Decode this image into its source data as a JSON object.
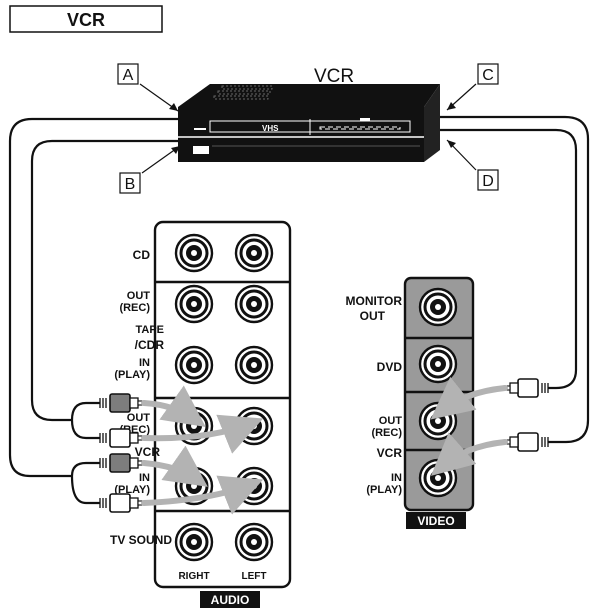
{
  "section_title": "VCR",
  "device": {
    "name": "VCR",
    "brand_mark": "VHS"
  },
  "callouts": [
    "A",
    "B",
    "C",
    "D"
  ],
  "audio_panel": {
    "rows": {
      "cd": "CD",
      "tape_out": [
        "OUT",
        "(REC)"
      ],
      "tape_name": [
        "TAPE",
        "/CDR"
      ],
      "tape_in": [
        "IN",
        "(PLAY)"
      ],
      "vcr_out": [
        "OUT",
        "(REC)"
      ],
      "vcr_name": "VCR",
      "vcr_in": [
        "IN",
        "(PLAY)"
      ],
      "tv_sound": "TV SOUND"
    },
    "channels": [
      "RIGHT",
      "LEFT"
    ],
    "footer": "AUDIO"
  },
  "video_panel": {
    "rows": {
      "monitor_out": [
        "MONITOR",
        "OUT"
      ],
      "dvd": "DVD",
      "vcr_out": [
        "OUT",
        "(REC)"
      ],
      "vcr_name": "VCR",
      "vcr_in": [
        "IN",
        "(PLAY)"
      ]
    },
    "footer": "VIDEO"
  },
  "colors": {
    "ink": "#111111",
    "panel_gray": "#9a9a9a",
    "arrow_gray": "#b3b3b3",
    "plug_dark": "#7d7d7d"
  }
}
